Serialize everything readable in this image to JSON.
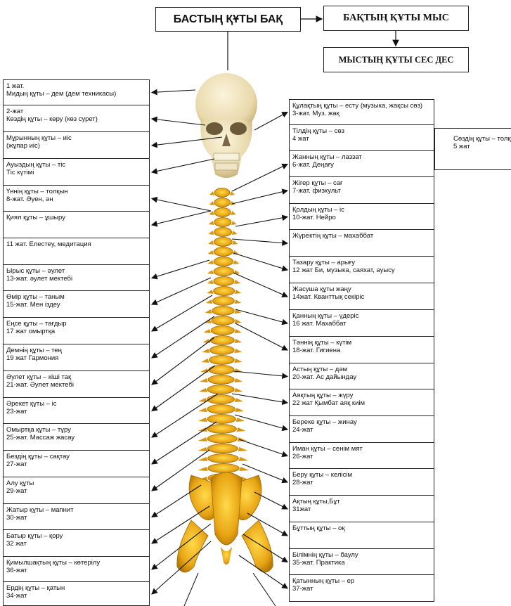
{
  "header": {
    "main": "БАСТЫҢ ҚҰТЫ БАҚ",
    "second": "БАҚТЫҢ ҚҰТЫ МЫС",
    "third": "МЫСТЫҢ ҚҰТЫ СЕС ДЕС"
  },
  "left_items": [
    {
      "l1": "1 жат.",
      "l2": "Мидың құты – дем  (дем техникасы)"
    },
    {
      "l1": "2-жат",
      "l2": "Көздің құты – көру (көз сурет)"
    },
    {
      "l1": "Мұрынның құты – иіс",
      "l2": " (жұпар иіс)"
    },
    {
      "l1": "Ауыздың құты – тіс",
      "l2": "Тіс күтімі"
    },
    {
      "l1": "Үннің құты – толқын",
      "l2": "8-жат. Әуен, ән"
    },
    {
      "l1": "Қиял құты – ұшыру",
      "l2": ""
    },
    {
      "l1": "11 жат. Елестеу, медитация",
      "l2": ""
    },
    {
      "l1": "Ырыс құты – әулет",
      "l2": "13-жат. әулет мектебі"
    },
    {
      "l1": "Өмір құты – таным",
      "l2": "15-жат. Мен іздеу"
    },
    {
      "l1": "Еңсе құты – тағдыр",
      "l2": "17 жат омыртқа"
    },
    {
      "l1": "Демнің құты – тең",
      "l2": "19 жат Гармония"
    },
    {
      "l1": "Әулет құты – кіші тақ",
      "l2": "21-жат. Әулет мектебі"
    },
    {
      "l1": "Әрекет құты – іс",
      "l2": "23-жат"
    },
    {
      "l1": "Омыртқа құты – тұру",
      "l2": "25-жат. Массаж жасау"
    },
    {
      "l1": "Бездің құты – сақтау",
      "l2": "27-жат"
    },
    {
      "l1": "Алу құты",
      "l2": "29-жат"
    },
    {
      "l1": "Жатыр құты – мапнит",
      "l2": "30-жат"
    },
    {
      "l1": "Батыр құты – қору",
      "l2": "32 жат"
    },
    {
      "l1": "Қимылшақтың құты – көтерілу",
      "l2": "36-жат"
    },
    {
      "l1": "Ердің құты – қатын",
      "l2": "34-жат"
    }
  ],
  "right_items": [
    {
      "l1": "Құлақтың құты – есту (музыка, жақсы сөз)",
      "l2": "3-жат. Муз. жақ"
    },
    {
      "l1": "Тілдің құты – сөз",
      "l2": "4 жат"
    },
    {
      "l1": "Жанның құты – лаззат",
      "l2": "6-жат. Деңағу"
    },
    {
      "l1": "Жігер құты – сағ",
      "l2": "7-жат. физкульт"
    },
    {
      "l1": "Қолдың құты – іс",
      "l2": "10-жат. Нейро"
    },
    {
      "l1": "Жүректің құты – махаббат",
      "l2": ""
    },
    {
      "l1": "Тазару құты – арығу",
      "l2": "12 жат Би, музыка, саяхат, ауысу"
    },
    {
      "l1": "Жасуша  құты жаңу",
      "l2": "14жат. Кванттық секіріс"
    },
    {
      "l1": "Қанның құты – үдеріс",
      "l2": "16 жат. Махаббат"
    },
    {
      "l1": "Тәннің құты – күтім",
      "l2": "18-жат. Гигиена"
    },
    {
      "l1": "Астың құты – дәм",
      "l2": "20-жат. Ас дайындау"
    },
    {
      "l1": "Аяқтың құты – жүру",
      "l2": "22 жат Қымбат аяқ киім"
    },
    {
      "l1": "Береке құты – жинау",
      "l2": "24-жат"
    },
    {
      "l1": "Иман құты – сенім мят",
      "l2": "26-жат"
    },
    {
      "l1": "Беру құты – келісім",
      "l2": "28-жат"
    },
    {
      "l1": "Ақтың құты,Бұт",
      "l2": "31жат"
    },
    {
      "l1": "Бұттың құты – оқ",
      "l2": ""
    },
    {
      "l1": "Білімнің құты – баулу",
      "l2": "35-жат. Практика"
    },
    {
      "l1": "Қатынның құты – ер",
      "l2": "37-жат"
    }
  ],
  "side_note": {
    "l1": "Сөздің құты – толқу",
    "l2": "5 жат"
  }
}
